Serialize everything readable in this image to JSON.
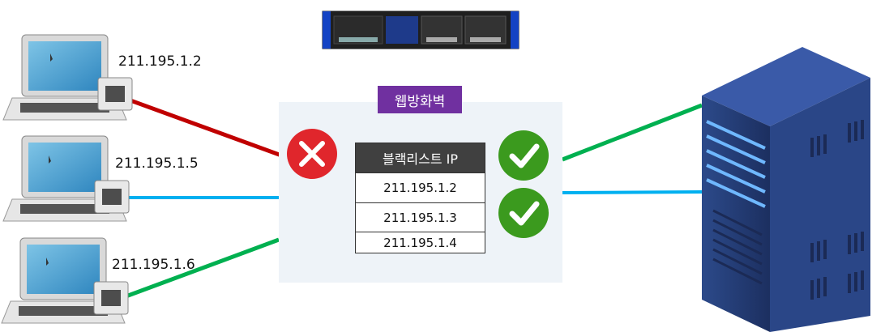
{
  "clients": [
    {
      "ip": "211.195.1.2",
      "link_color": "#c00000",
      "status": "blocked"
    },
    {
      "ip": "211.195.1.5",
      "link_color": "#00b0f0",
      "status": "allowed"
    },
    {
      "ip": "211.195.1.6",
      "link_color": "#00b050",
      "status": "allowed"
    }
  ],
  "firewall": {
    "label": "웹방화벽",
    "label_color": "#7030a0",
    "blacklist": {
      "header": "블랙리스트 IP",
      "entries": [
        "211.195.1.2",
        "211.195.1.3",
        "211.195.1.4"
      ]
    }
  },
  "icons": {
    "blocked": "x-circle-icon",
    "allowed": "check-circle-icon",
    "client": "laptop-icon",
    "device": "firewall-appliance-icon",
    "server": "server-rack-icon"
  },
  "colors": {
    "blocked": "#e0262c",
    "allowed": "#3b9a1e",
    "panel": "#eef3f8"
  }
}
